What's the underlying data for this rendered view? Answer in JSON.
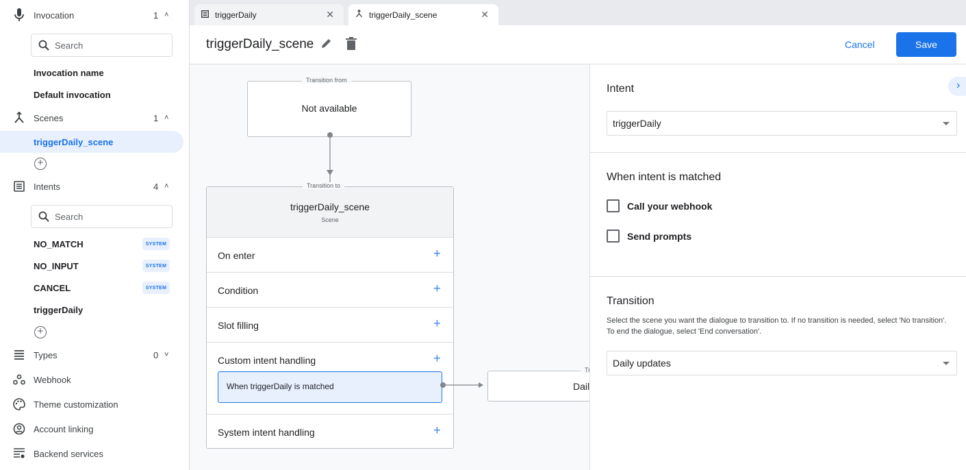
{
  "sidebar": {
    "invocation": {
      "label": "Invocation",
      "count": "1",
      "search_placeholder": "Search",
      "items": [
        "Invocation name",
        "Default invocation"
      ]
    },
    "scenes": {
      "label": "Scenes",
      "count": "1",
      "items": [
        "triggerDaily_scene"
      ],
      "selected": "triggerDaily_scene"
    },
    "intents": {
      "label": "Intents",
      "count": "4",
      "search_placeholder": "Search",
      "items": [
        {
          "label": "NO_MATCH",
          "badge": "SYSTEM"
        },
        {
          "label": "NO_INPUT",
          "badge": "SYSTEM"
        },
        {
          "label": "CANCEL",
          "badge": "SYSTEM"
        },
        {
          "label": "triggerDaily",
          "badge": ""
        }
      ]
    },
    "types": {
      "label": "Types",
      "count": "0"
    },
    "nav": [
      "Webhook",
      "Theme customization",
      "Account linking",
      "Backend services"
    ]
  },
  "tabs": [
    {
      "label": "triggerDaily",
      "icon": "intent-list-icon",
      "active": false
    },
    {
      "label": "triggerDaily_scene",
      "icon": "scene-merge-icon",
      "active": true
    }
  ],
  "header": {
    "title": "triggerDaily_scene",
    "cancel": "Cancel",
    "save": "Save"
  },
  "canvas": {
    "from": {
      "legend": "Transition from",
      "text": "Not available"
    },
    "to": {
      "legend": "Transition to",
      "title": "triggerDaily_scene",
      "subtitle": "Scene"
    },
    "rows": [
      "On enter",
      "Condition",
      "Slot filling",
      "Custom intent handling",
      "System intent handling"
    ],
    "handler": "When triggerDaily is matched",
    "target": {
      "legend": "Tr",
      "text": "Dail"
    }
  },
  "panel": {
    "intent_heading": "Intent",
    "intent_value": "triggerDaily",
    "matched_heading": "When intent is matched",
    "checkboxes": [
      {
        "label": "Call your webhook",
        "checked": false
      },
      {
        "label": "Send prompts",
        "checked": false
      }
    ],
    "transition_heading": "Transition",
    "transition_help": "Select the scene you want the dialogue to transition to. If no transition is needed, select 'No transition'. To end the dialogue, select 'End conversation'.",
    "transition_value": "Daily updates"
  },
  "colors": {
    "accent": "#1a73e8",
    "selected_bg": "#e8f0fe",
    "canvas_bg": "#f8f9fa"
  }
}
